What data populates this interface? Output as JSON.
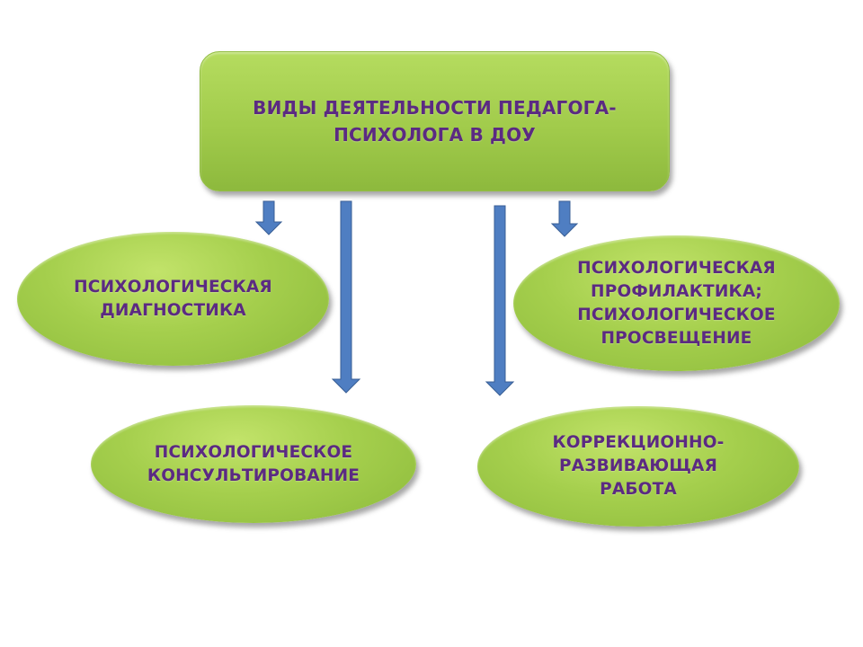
{
  "diagram": {
    "title": {
      "line1": "ВИДЫ ДЕЯТЕЛЬНОСТИ ПЕДАГОГА-",
      "line2": "ПСИХОЛОГА В ДОУ"
    },
    "nodes": {
      "diagnostics": {
        "line1": "ПСИХОЛОГИЧЕСКАЯ",
        "line2": "ДИАГНОСТИКА"
      },
      "prophylaxis": {
        "line1": "ПСИХОЛОГИЧЕСКАЯ",
        "line2": "ПРОФИЛАКТИКА;",
        "line3": "ПСИХОЛОГИЧЕСКОЕ",
        "line4": "ПРОСВЕЩЕНИЕ"
      },
      "consulting": {
        "line1": "ПСИХОЛОГИЧЕСКОЕ",
        "line2": "КОНСУЛЬТИРОВАНИЕ"
      },
      "correction": {
        "line1": "КОРРЕКЦИОННО-",
        "line2": "РАЗВИВАЮЩАЯ",
        "line3": "РАБОТА"
      }
    },
    "colors": {
      "shape_fill": "#a5cf4d",
      "text": "#5b2a82",
      "arrow": "#4f7ec2",
      "arrow_stroke": "#3a5f95"
    }
  }
}
